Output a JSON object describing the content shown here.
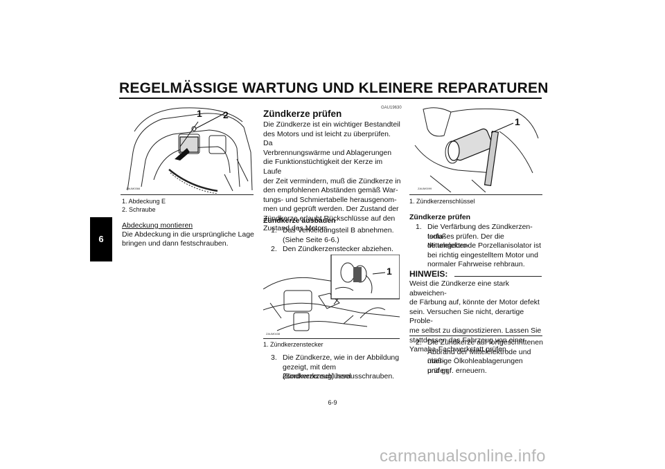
{
  "header": {
    "title": "REGELMÄSSIGE WARTUNG UND KLEINERE REPARATUREN",
    "chapter_tab": "6"
  },
  "footer": {
    "page_number": "6-9",
    "watermark": "carmanualsonline.info"
  },
  "left_column": {
    "figure": {
      "code": "ZAUM0366",
      "callouts": [
        "1",
        "2"
      ]
    },
    "captions": [
      "1.  Abdeckung E",
      "2.  Schraube"
    ],
    "section_title": "Abdeckung montieren",
    "body": [
      "Die Abdeckung in die ursprüngliche Lage",
      "bringen und dann festschrauben."
    ]
  },
  "middle_column": {
    "ref_code": "GAU19630",
    "heading": "Zündkerze prüfen",
    "intro": [
      "Die Zündkerze ist ein wichtiger Bestandteil",
      "des Motors und ist leicht zu überprüfen. Da",
      "Verbrennungswärme und Ablagerungen",
      "die Funktionstüchtigkeit der Kerze im Laufe",
      "der Zeit vermindern, muß die Zündkerze in",
      "den empfohlenen Abständen gemäß War-",
      "tungs- und Schmiertabelle herausgenom-",
      "men und geprüft werden. Der Zustand der",
      "Zündkerze erlaubt Rückschlüsse auf den",
      "Zustand des Motors."
    ],
    "subheading": "Zündkerze ausbauen",
    "steps": [
      {
        "num": "1.",
        "lines": [
          "Das Verkleidungsteil B abnehmen.",
          "(Siehe Seite 6-6.)"
        ]
      },
      {
        "num": "2.",
        "lines": [
          "Den Zündkerzenstecker abziehen."
        ]
      }
    ],
    "figure": {
      "code": "ZAUM0438",
      "callouts": [
        "1"
      ]
    },
    "caption": "1.  Zündkerzenstecker",
    "step3": {
      "num": "3.",
      "lines": [
        "Die Zündkerze, wie in der Abbildung",
        "gezeigt, mit dem Zündkerzenschlüssel",
        "(Bordwerkzeug) herausschrauben."
      ]
    }
  },
  "right_column": {
    "figure": {
      "code": "ZAUM0099",
      "callouts": [
        "1"
      ]
    },
    "caption": "1.  Zündkerzenschlüssel",
    "subheading": "Zündkerze prüfen",
    "step1": {
      "num": "1.",
      "lines": [
        "Die Verfärbung des Zündkerzen-Isola-",
        "torfußes prüfen. Der die Mittelelektro-",
        "de umgebende Porzellanisolator ist",
        "bei richtig eingestelltem Motor und",
        "normaler Fahrweise rehbraun."
      ]
    },
    "note_label": "HINWEIS:",
    "note": [
      "Weist die Zündkerze eine stark abweichen-",
      "de Färbung auf, könnte der Motor defekt",
      "sein. Versuchen Sie nicht, derartige Proble-",
      "me selbst zu diagnostizieren. Lassen Sie",
      "stattdessen das Fahrzeug von einer",
      "Yamaha-Fachwerkstatt prüfen."
    ],
    "step2": {
      "num": "2.",
      "lines": [
        "Die Zündkerze auf fortgeschrittenen",
        "Abbrand der Mittelelektrode und über-",
        "mäßige Ölkohleablagerungen prüfen",
        "und ggf. erneuern."
      ]
    }
  }
}
